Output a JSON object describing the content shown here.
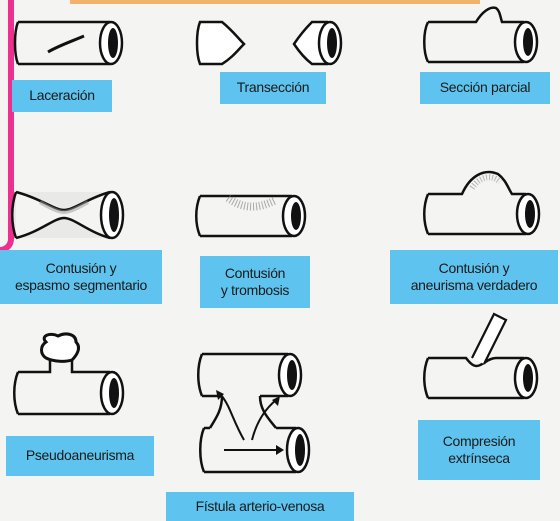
{
  "labels": {
    "laceracion": "Laceración",
    "transeccion": "Transección",
    "seccion_parcial": "Sección parcial",
    "contusion_espasmo_l1": "Contusión y",
    "contusion_espasmo_l2": "espasmo segmentario",
    "contusion_trombosis_l1": "Contusión",
    "contusion_trombosis_l2": "y trombosis",
    "contusion_aneurisma_l1": "Contusión y",
    "contusion_aneurisma_l2": "aneurisma verdadero",
    "pseudoaneurisma": "Pseudoaneurisma",
    "fistula": "Fístula arterio-venosa",
    "compresion_l1": "Compresión",
    "compresion_l2": "extrínseca"
  },
  "colors": {
    "label_bg": "#5ec4ef",
    "accent_frame": "#ee2f8e",
    "top_bar": "#f3b26b"
  }
}
